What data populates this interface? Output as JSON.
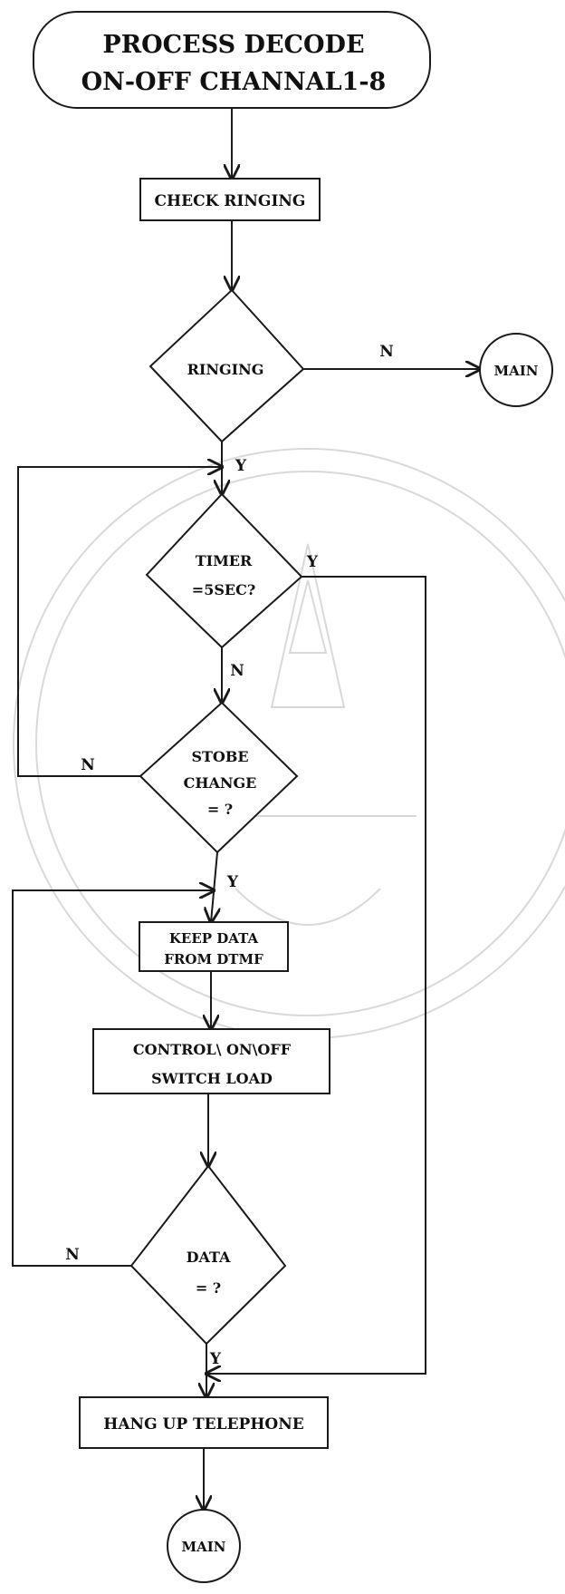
{
  "nodes": {
    "start": {
      "line1": "PROCESS DECODE",
      "line2": "ON-OFF CHANNAL1-8"
    },
    "check_ringing": {
      "label": "CHECK RINGING"
    },
    "ringing": {
      "label": "RINGING"
    },
    "main_top": {
      "label": "MAIN"
    },
    "timer": {
      "line1": "TIMER",
      "line2": "=5SEC?"
    },
    "strobe": {
      "line1": "STOBE",
      "line2": "CHANGE",
      "line3": "= ?"
    },
    "keep_data": {
      "line1": "KEEP DATA",
      "line2": "FROM DTMF"
    },
    "control": {
      "line1": "CONTROL\\ ON\\OFF",
      "line2": "SWITCH LOAD"
    },
    "data": {
      "line1": "DATA",
      "line2": "= ?"
    },
    "hang_up": {
      "label": "HANG UP TELEPHONE"
    },
    "main_bottom": {
      "label": "MAIN"
    }
  },
  "edge_labels": {
    "ringing_no": "N",
    "ringing_yes": "Y",
    "timer_yes": "Y",
    "timer_no": "N",
    "strobe_no": "N",
    "strobe_yes": "Y",
    "data_no": "N",
    "data_yes": "Y"
  }
}
